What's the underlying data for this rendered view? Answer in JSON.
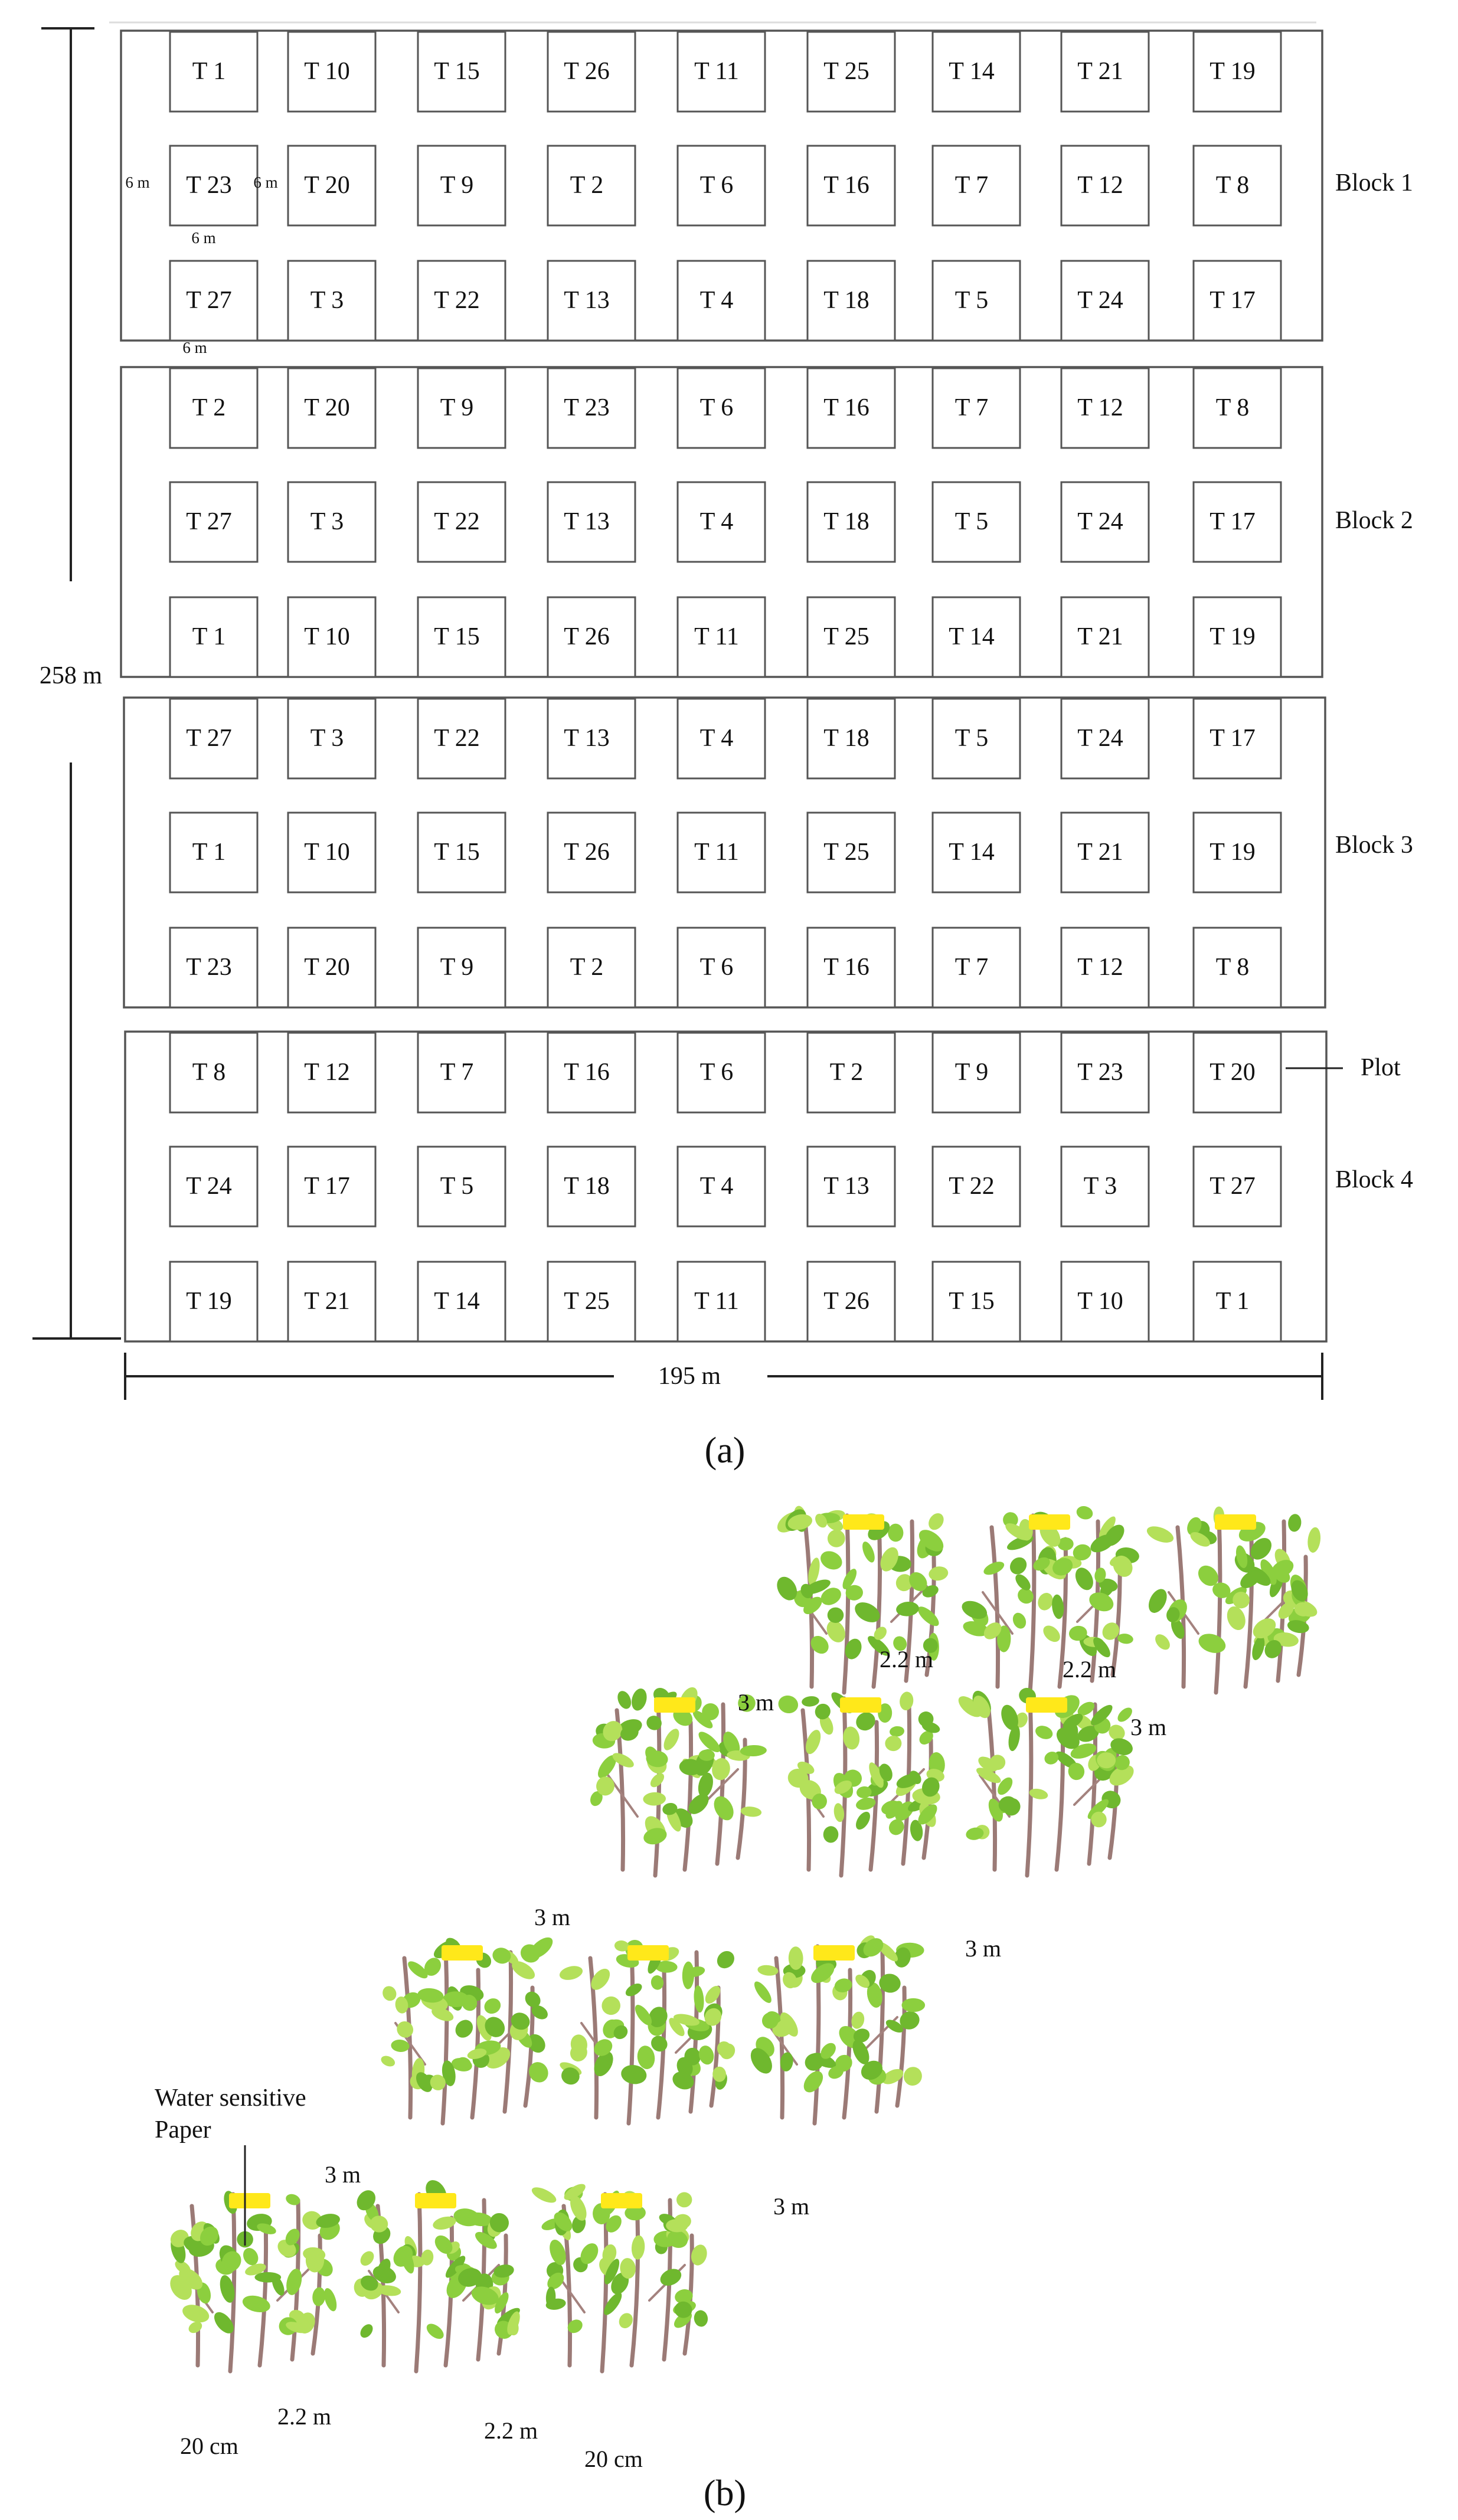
{
  "panel_a": {
    "caption": "(a)",
    "total_height_label": "258 m",
    "total_width_label": "195 m",
    "spacing_labels": [
      "6 m",
      "6 m",
      "6 m",
      "6 m"
    ],
    "plot_label": "Plot",
    "blocks": [
      {
        "name": "Block 1",
        "rows": [
          [
            "T 1",
            "T 10",
            "T 15",
            "T 26",
            "T 11",
            "T 25",
            "T 14",
            "T 21",
            "T 19"
          ],
          [
            "T 23",
            "T 20",
            "T 9",
            "T 2",
            "T 6",
            "T 16",
            "T 7",
            "T 12",
            "T 8"
          ],
          [
            "T 27",
            "T 3",
            "T 22",
            "T 13",
            "T 4",
            "T 18",
            "T 5",
            "T 24",
            "T 17"
          ]
        ]
      },
      {
        "name": "Block 2",
        "rows": [
          [
            "T 2",
            "T 20",
            "T 9",
            "T 23",
            "T 6",
            "T 16",
            "T 7",
            "T 12",
            "T 8"
          ],
          [
            "T 27",
            "T 3",
            "T 22",
            "T 13",
            "T 4",
            "T 18",
            "T 5",
            "T 24",
            "T 17"
          ],
          [
            "T 1",
            "T 10",
            "T 15",
            "T 26",
            "T 11",
            "T 25",
            "T 14",
            "T 21",
            "T 19"
          ]
        ]
      },
      {
        "name": "Block 3",
        "rows": [
          [
            "T 27",
            "T 3",
            "T 22",
            "T 13",
            "T 4",
            "T 18",
            "T 5",
            "T 24",
            "T 17"
          ],
          [
            "T 1",
            "T 10",
            "T 15",
            "T 26",
            "T 11",
            "T 25",
            "T 14",
            "T 21",
            "T 19"
          ],
          [
            "T 23",
            "T 20",
            "T 9",
            "T 2",
            "T 6",
            "T 16",
            "T 7",
            "T 12",
            "T 8"
          ]
        ]
      },
      {
        "name": "Block 4",
        "rows": [
          [
            "T 8",
            "T 12",
            "T 7",
            "T 16",
            "T 6",
            "T 2",
            "T 9",
            "T 23",
            "T 20"
          ],
          [
            "T 24",
            "T 17",
            "T 5",
            "T 18",
            "T 4",
            "T 13",
            "T 22",
            "T 3",
            "T 27"
          ],
          [
            "T 19",
            "T 21",
            "T 14",
            "T 25",
            "T 11",
            "T 26",
            "T 15",
            "T 10",
            "T 1"
          ]
        ]
      }
    ]
  },
  "panel_b": {
    "caption": "(b)",
    "rows_of_plants": 4,
    "plants_per_row": 3,
    "paper_label_line1": "Water sensitive",
    "paper_label_line2": "Paper",
    "labels": {
      "top_spacing_1": "2.2 m",
      "top_spacing_2": "2.2 m",
      "row_gap_1_left": "3 m",
      "row_gap_1_right": "3 m",
      "row_gap_2_left": "3 m",
      "row_gap_2_right": "3 m",
      "row_gap_3_left": "3 m",
      "row_gap_3_right": "3 m",
      "bottom_spacing_1": "2.2 m",
      "bottom_spacing_2": "2.2 m",
      "bottom_height_1": "20 cm",
      "bottom_height_2": "20 cm"
    },
    "colors": {
      "foliage": "#8ccf3e",
      "stem": "#9b7a76",
      "paper": "#ffe81a"
    }
  }
}
